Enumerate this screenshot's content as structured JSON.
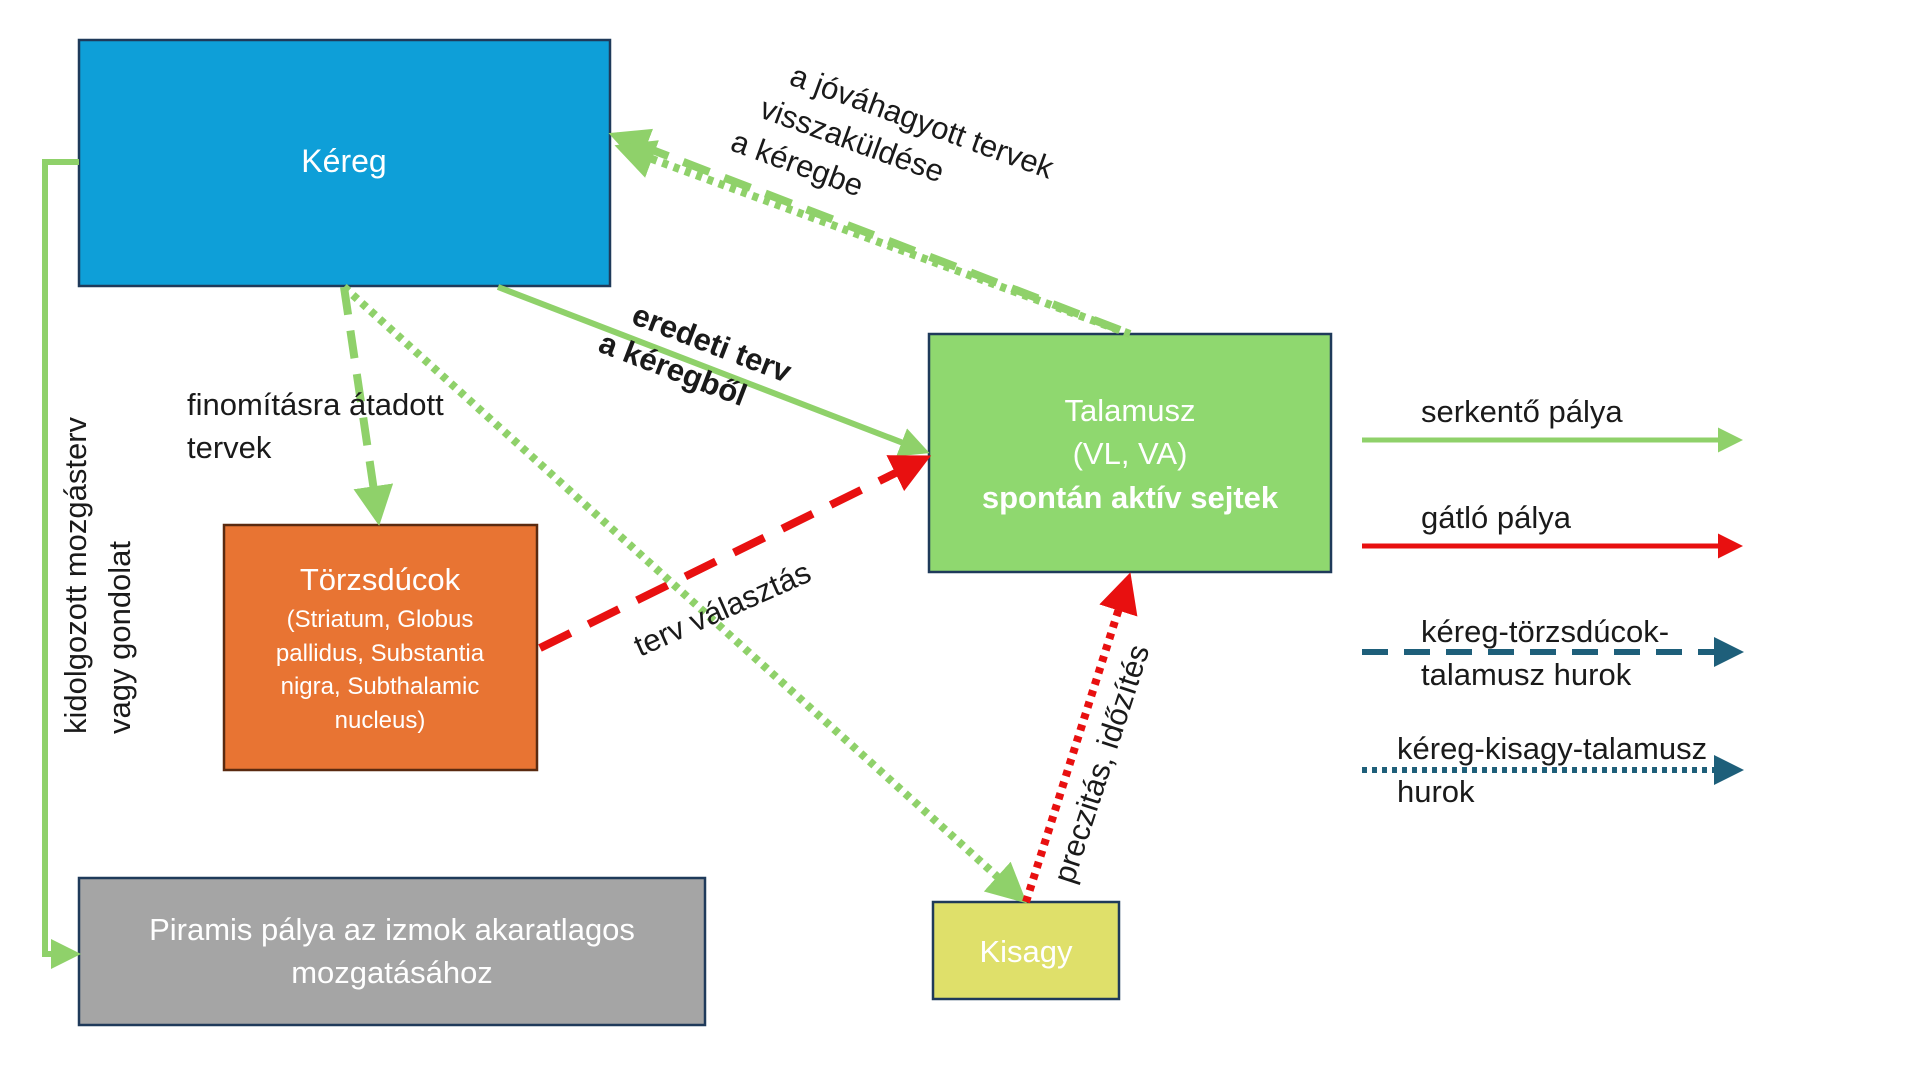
{
  "colors": {
    "excitatory": "#8fd16a",
    "inhibitory": "#e81010",
    "loop": "#1e5f7a",
    "cortex_fill": "#0e9fd8",
    "thalamus_fill": "#8fd86f",
    "basal_ganglia_fill": "#e87433",
    "cerebellum_fill": "#dfe06a",
    "pyramidal_fill": "#a5a5a5",
    "box_border": "#1f3a5a"
  },
  "boxes": {
    "cortex": "Kéreg",
    "thalamus": {
      "line1": "Talamusz",
      "line2": "(VL, VA)",
      "line3": "spontán aktív sejtek"
    },
    "basal_ganglia": {
      "title": "Törzsdúcok",
      "line1": "(Striatum, Globus",
      "line2": "pallidus, Substantia",
      "line3": "nigra, Subthalamic",
      "line4": "nucleus)"
    },
    "cerebellum": "Kisagy",
    "pyramidal": {
      "line1": "Piramis pálya az izmok akaratlagos",
      "line2": "mozgatásához"
    }
  },
  "labels": {
    "approved": {
      "line1": "a jóváhagyott tervek",
      "line2": "visszaküldése",
      "line3": "a kéregbe"
    },
    "original": {
      "line1": "eredeti terv",
      "line2": "a kéregből"
    },
    "refined": {
      "line1": "finomításra átadott",
      "line2": "tervek"
    },
    "selection": "terv választás",
    "precision": "preczitás, időzítés",
    "left_path": {
      "line1": "kidolgozott mozgásterv",
      "line2": "vagy gondolat"
    }
  },
  "legend": {
    "excitatory": "serkentő pálya",
    "inhibitory": "gátló pálya",
    "bg_loop": {
      "line1": "kéreg-törzsdúcok-",
      "line2": "talamusz hurok"
    },
    "cb_loop": {
      "line1": "kéreg-kisagy-talamusz",
      "line2": "hurok"
    }
  }
}
